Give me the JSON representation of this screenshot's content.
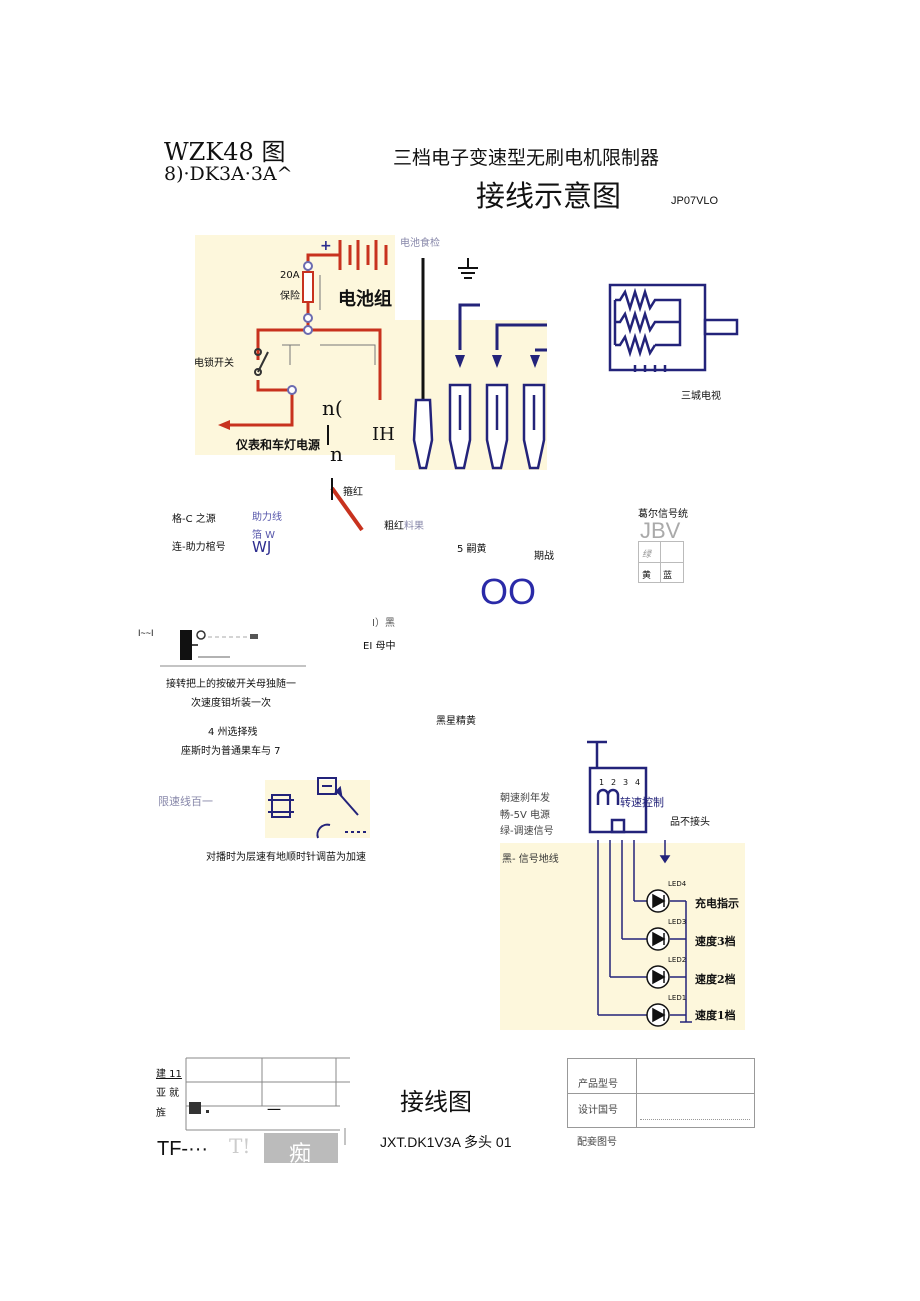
{
  "header": {
    "model_line1": "WZK48 图",
    "model_line2": "8)·DK3A·3A^",
    "title": "三档电子变速型无刷电机限制器",
    "subtitle": "接线示意图",
    "code": "JP07VLO"
  },
  "battery_diagram": {
    "fuse_label_1": "20A",
    "fuse_label_2": "保险",
    "battery_pack": "电池组",
    "plus": "+",
    "lock_switch": "电锁开关",
    "meter_power": "仪表和车灯电源",
    "battery_test": "电池食检",
    "glyph_a": "n(",
    "glyph_b": "n",
    "glyph_c": "IH",
    "thick_red": "箍红"
  },
  "motor": {
    "label": "三城电视"
  },
  "wires": {
    "grid_source": "格-C 之源",
    "assist_line": "助力线",
    "assist_sub": "箔 W",
    "assist_wj": "WJ",
    "connect_assist": "连-助力棺号",
    "red_label": "粗红",
    "material": "料果",
    "five_yellow": "5 嗣黄",
    "period": "期战",
    "hall_signal": "葛尔信号统",
    "hall_jbv": "JBV",
    "hall_cell_1": "绿",
    "hall_cell_2": "黄",
    "hall_cell_3": "蓝",
    "oo": "OO",
    "black_1": "I）黑",
    "el_mid": "EI 母中",
    "black_star_yellow": "黑星精黄"
  },
  "switch_section": {
    "tick": "I~~I",
    "note_1": "接转把上的按破开关母独随一",
    "note_2": "次速度钼圻装一次",
    "note_3": "4 州选择残",
    "note_4": "座斯时为普通果车与 7",
    "limit_line": "限速线百一",
    "dial_note": "对播时为层速有地顺时针调苗为加速"
  },
  "speed_panel": {
    "line_1": "朝速刹年发",
    "line_2": "畅-5V 电源",
    "line_3": "绿-调速信号",
    "line_4": "黑- 信号地线",
    "pins": [
      "1",
      "2",
      "3",
      "4"
    ],
    "box_label": "转速控制",
    "no_connector": "品不接头",
    "led_labels": [
      "LED4",
      "LED3",
      "LED2",
      "LED1"
    ],
    "led_desc": [
      "充电指示",
      "速度3档",
      "速度2档",
      "速度1档"
    ]
  },
  "footer": {
    "left_1": "建 11",
    "left_2": "亚 就",
    "left_3": "旌",
    "tf": "TF-···",
    "t_mark": "T!",
    "dash": "一",
    "sick": "痴",
    "center_title": "接线图",
    "center_code": "JXT.DK1V3A 多头 01",
    "product_model": "产品型号",
    "design_number": "设计国号",
    "matching_number": "配妾图号"
  },
  "colors": {
    "red": "#c8321e",
    "navy": "#23237a",
    "panel": "#fdf7dc"
  }
}
